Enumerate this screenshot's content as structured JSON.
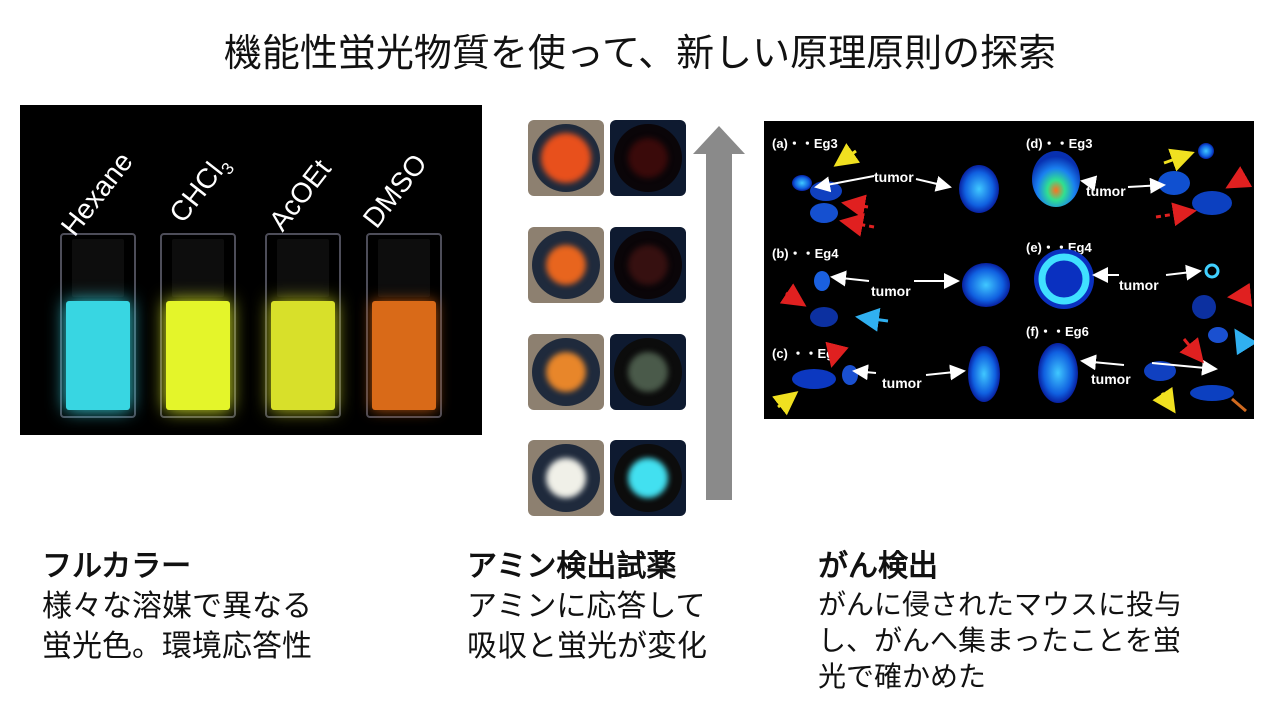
{
  "title": "機能性蛍光物質を使って、新しい原理原則の探索",
  "solvents": [
    {
      "label": "Hexane",
      "color": "#38d6e2"
    },
    {
      "label": "CHCl",
      "sub": "3",
      "color": "#e4f52a"
    },
    {
      "label": "AcOEt",
      "color": "#d8e02a"
    },
    {
      "label": "DMSO",
      "color": "#d96a18"
    }
  ],
  "mouse_panels": {
    "labels": [
      "(a)・・Eg3",
      "(b)・・Eg4",
      "(c) ・・Eg6",
      "(d)・・Eg3",
      "(e)・・Eg4",
      "(f)・・Eg6"
    ],
    "tumor_label": "tumor"
  },
  "captions": [
    {
      "title": "フルカラー",
      "lines": [
        "様々な溶媒で異なる",
        "蛍光色。環境応答性"
      ]
    },
    {
      "title": "アミン検出試薬",
      "lines": [
        "アミンに応答して",
        "吸収と蛍光が変化"
      ]
    },
    {
      "title": "がん検出",
      "lines": [
        "がんに侵されたマウスに投与",
        "し、がんへ集まったことを蛍",
        "光で確かめた"
      ]
    }
  ],
  "colors": {
    "arrow": "#8a8a8a",
    "panel_background": "#000000"
  }
}
